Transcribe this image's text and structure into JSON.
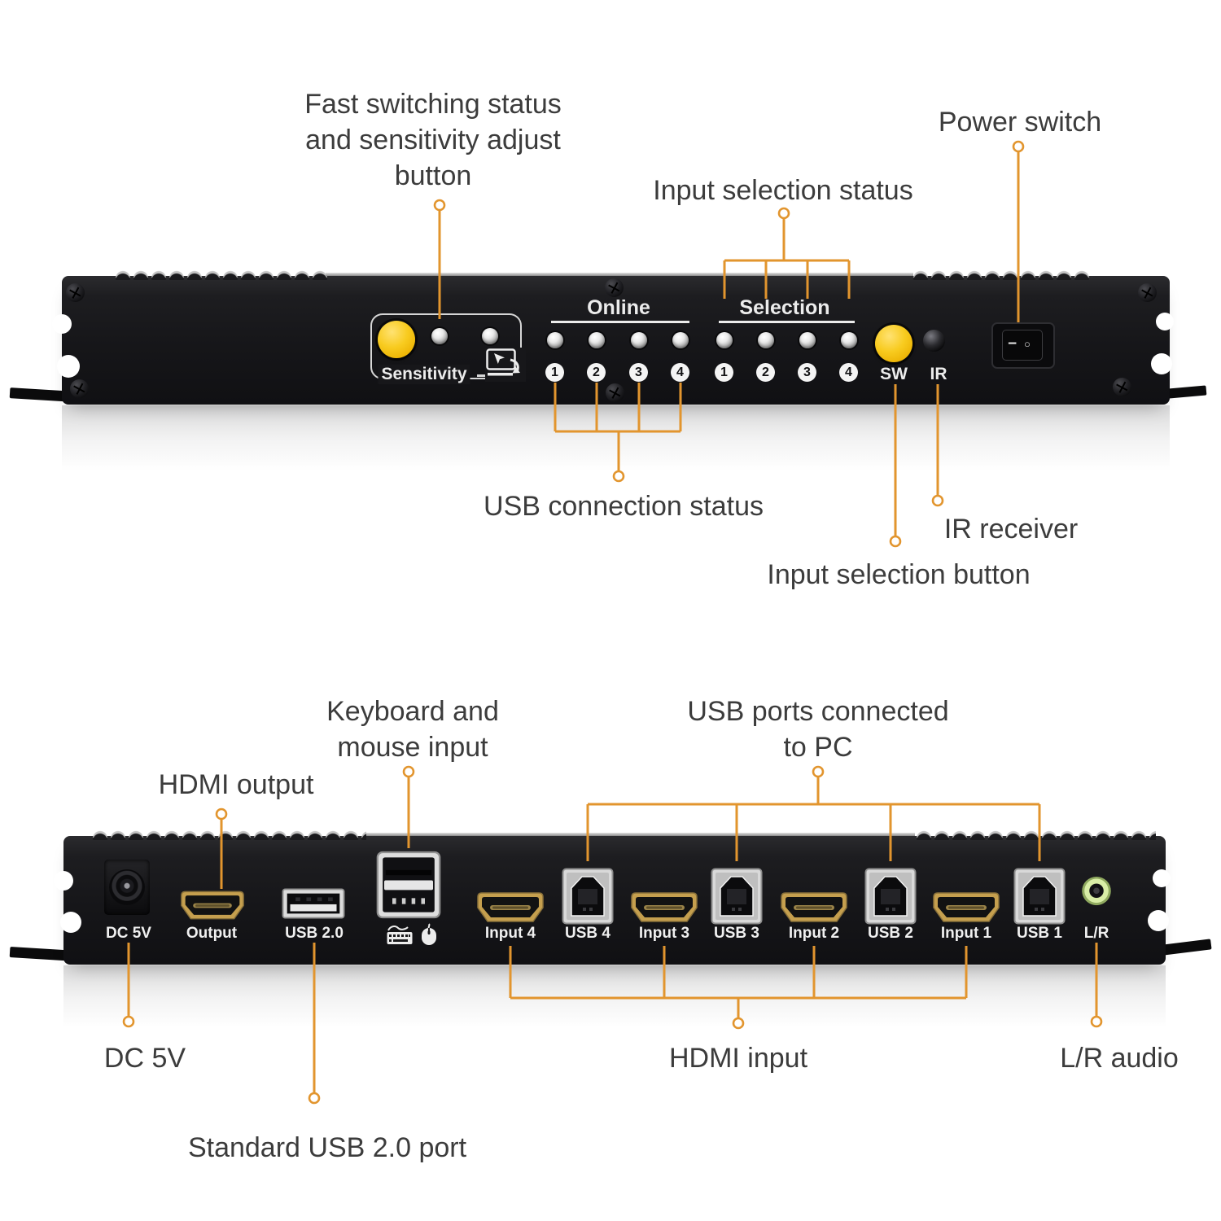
{
  "colors": {
    "accent": "#E2952E",
    "label_text": "#3C3C3C",
    "panel": "#1B1B1E",
    "button_yellow": "#F4C412"
  },
  "front": {
    "annotations": {
      "fast_switching": {
        "line1": "Fast switching status",
        "line2": "and sensitivity adjust",
        "line3": "button"
      },
      "input_selection_status": "Input selection status",
      "power_switch": "Power switch",
      "usb_connection_status": "USB connection status",
      "ir_receiver": "IR receiver",
      "input_selection_button": "Input selection button"
    },
    "panel": {
      "sensitivity": "Sensitivity",
      "online": "Online",
      "selection": "Selection",
      "sw": "SW",
      "ir": "IR",
      "power_on_mark": "−",
      "power_off_mark": "○"
    },
    "numbers": [
      "1",
      "2",
      "3",
      "4"
    ]
  },
  "rear": {
    "annotations": {
      "hdmi_output": "HDMI output",
      "keyboard_mouse": {
        "line1": "Keyboard and",
        "line2": "mouse input"
      },
      "usb_ports_pc": {
        "line1": "USB ports connected",
        "line2": "to PC"
      },
      "dc_5v": "DC 5V",
      "standard_usb": "Standard USB 2.0 port",
      "hdmi_input": "HDMI input",
      "lr_audio": "L/R audio"
    },
    "ports": {
      "dc": "DC 5V",
      "output": "Output",
      "usb20": "USB 2.0",
      "input4": "Input 4",
      "usb4": "USB 4",
      "input3": "Input 3",
      "usb3": "USB 3",
      "input2": "Input 2",
      "usb2": "USB 2",
      "input1": "Input 1",
      "usb1": "USB 1",
      "lr": "L/R"
    }
  }
}
